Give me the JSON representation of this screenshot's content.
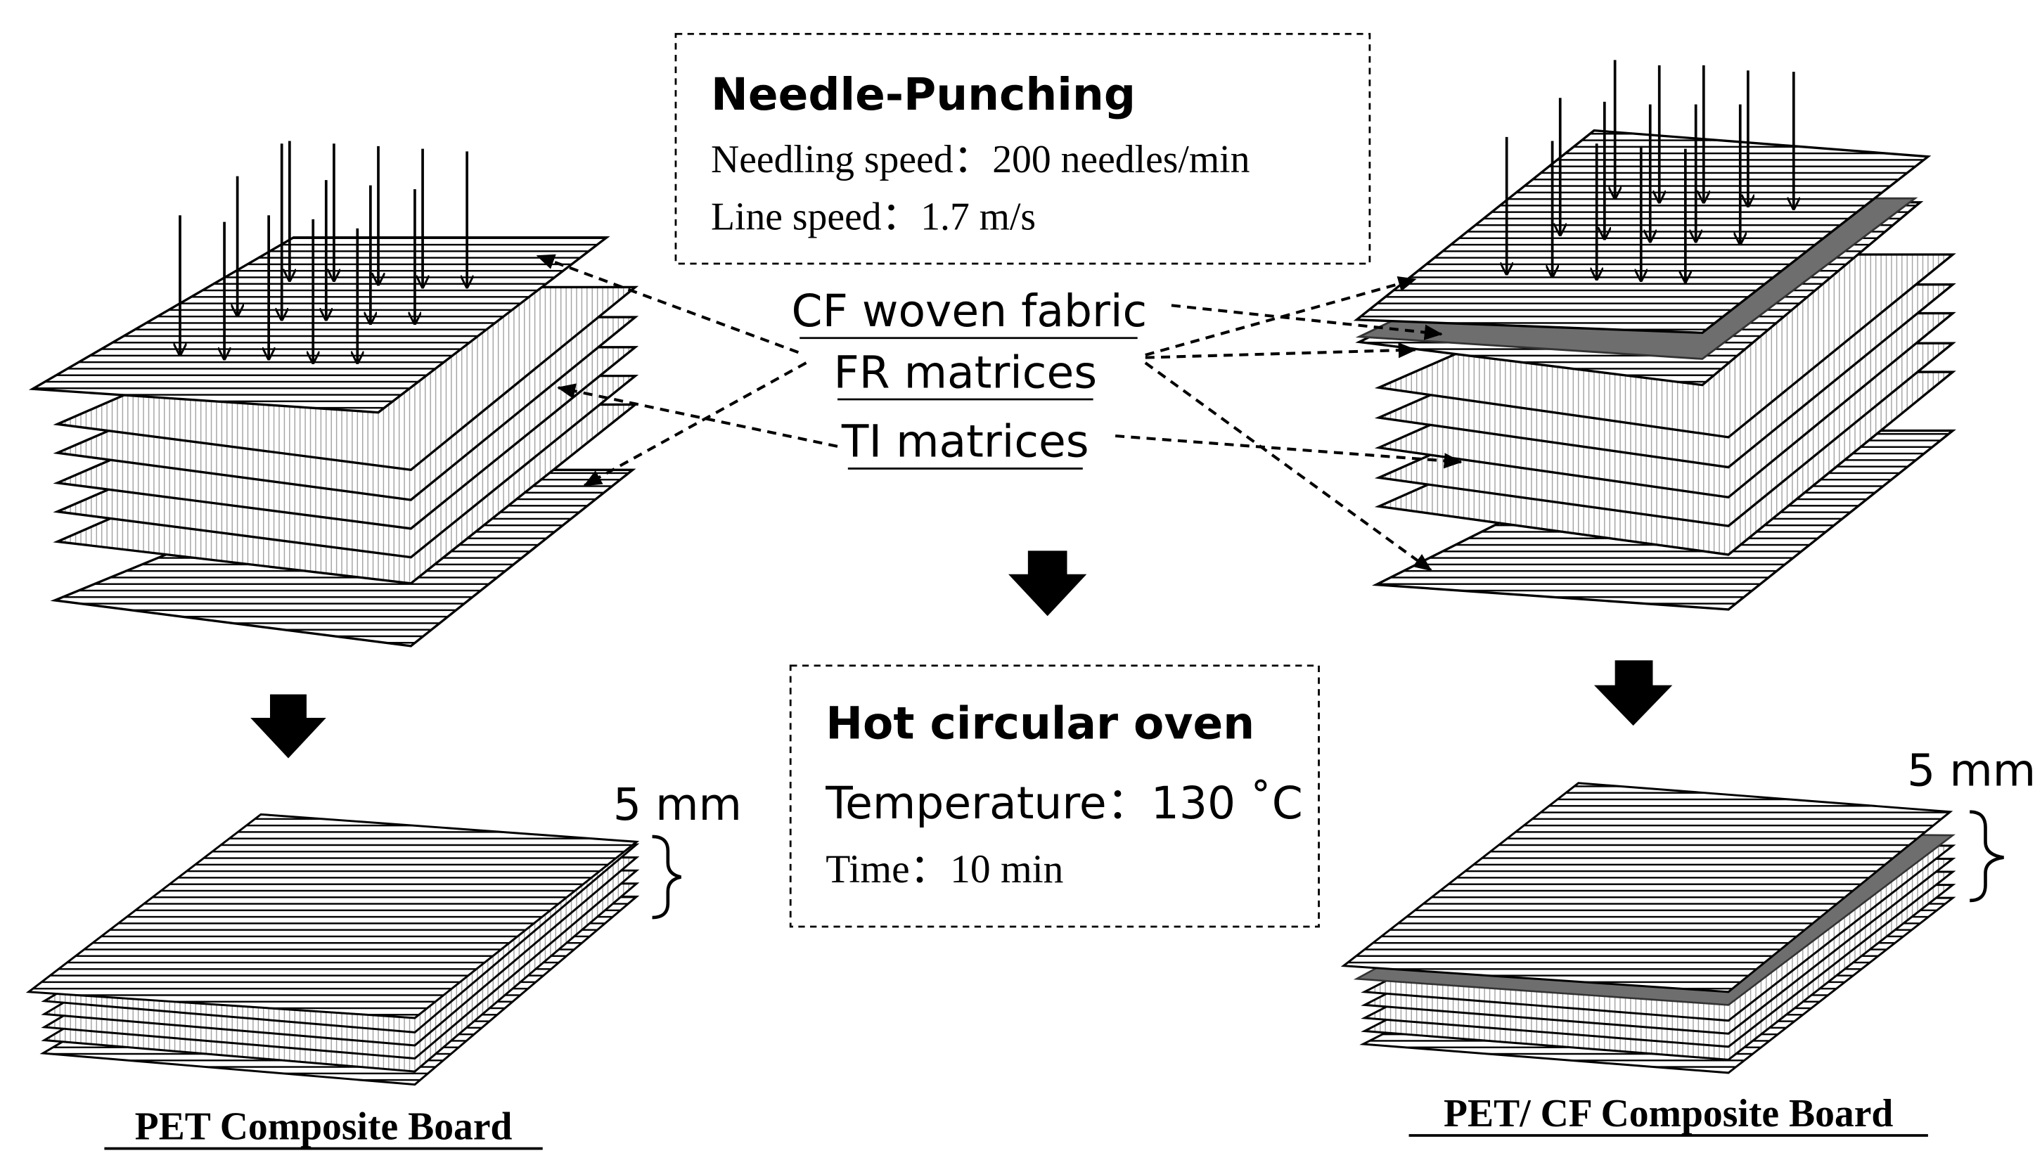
{
  "needle_punching": {
    "title": "Needle-Punching",
    "speed": "Needling speed：200 needles/min",
    "line": "Line speed：1.7 m/s"
  },
  "oven": {
    "title": "Hot circular oven",
    "temperature": "Temperature：130 ˚C",
    "time": "Time：10 min"
  },
  "layers": {
    "cf": "CF woven fabric",
    "fr": "FR matrices",
    "ti": "TI matrices"
  },
  "thickness": {
    "left": "5 mm",
    "right": "5 mm"
  },
  "products": {
    "left": "PET Composite Board",
    "right": "PET/ CF Composite Board"
  },
  "colors": {
    "outline": "#000000",
    "cf_dark": "#6e6e6e",
    "hatch": "#000000"
  }
}
